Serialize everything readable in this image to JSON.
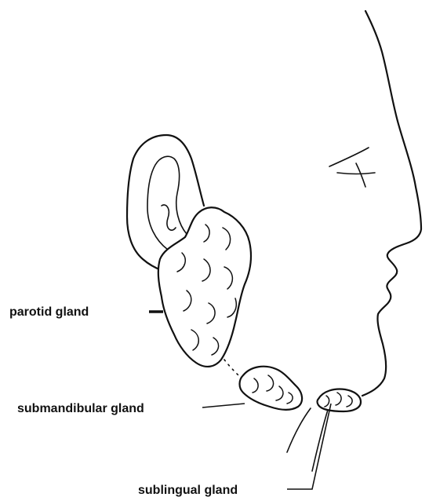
{
  "labels": {
    "parotid": "parotid gland",
    "submandibular": "submandibular gland",
    "sublingual": "sublingual gland"
  },
  "colors": {
    "ink": "#111111",
    "background": "#ffffff"
  }
}
